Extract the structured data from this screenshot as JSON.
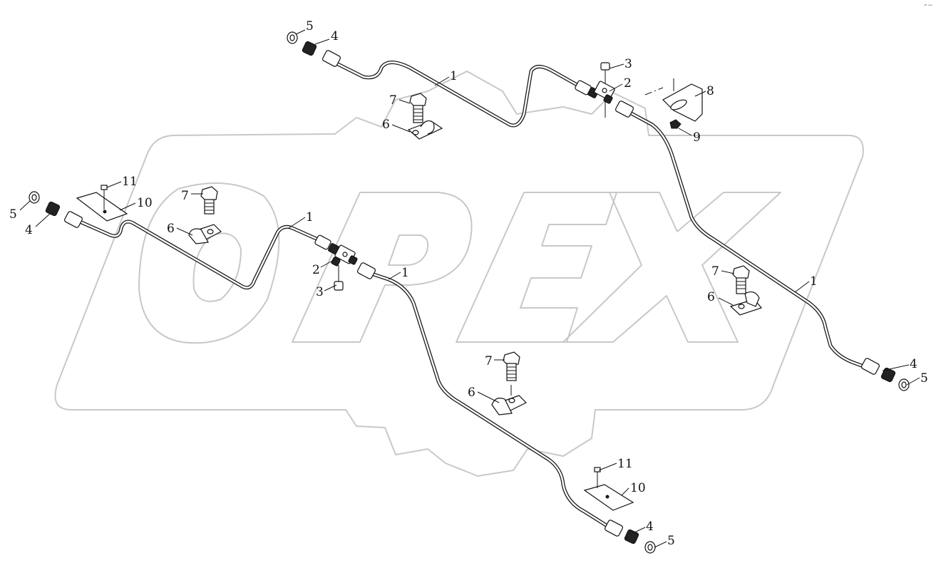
{
  "watermark": {
    "text": "OPEX"
  },
  "callouts": [
    {
      "id": "c1",
      "text": "5"
    },
    {
      "id": "c2",
      "text": "4"
    },
    {
      "id": "c3",
      "text": "1"
    },
    {
      "id": "c4",
      "text": "3"
    },
    {
      "id": "c5",
      "text": "2"
    },
    {
      "id": "c6",
      "text": "8"
    },
    {
      "id": "c7",
      "text": "9"
    },
    {
      "id": "c8",
      "text": "7"
    },
    {
      "id": "c9",
      "text": "6"
    },
    {
      "id": "c10",
      "text": "11"
    },
    {
      "id": "c11",
      "text": "10"
    },
    {
      "id": "c12",
      "text": "5"
    },
    {
      "id": "c13",
      "text": "4"
    },
    {
      "id": "c14",
      "text": "7"
    },
    {
      "id": "c15",
      "text": "6"
    },
    {
      "id": "c16",
      "text": "1"
    },
    {
      "id": "c17",
      "text": "2"
    },
    {
      "id": "c18",
      "text": "3"
    },
    {
      "id": "c19",
      "text": "1"
    },
    {
      "id": "c20",
      "text": "7"
    },
    {
      "id": "c21",
      "text": "6"
    },
    {
      "id": "c22",
      "text": "1"
    },
    {
      "id": "c23",
      "text": "4"
    },
    {
      "id": "c24",
      "text": "5"
    },
    {
      "id": "c25",
      "text": "7"
    },
    {
      "id": "c26",
      "text": "6"
    },
    {
      "id": "c27",
      "text": "11"
    },
    {
      "id": "c28",
      "text": "10"
    },
    {
      "id": "c29",
      "text": "4"
    },
    {
      "id": "c30",
      "text": "5"
    }
  ],
  "corner_mark": "ᵒᴿ ᵒᵒᵒ"
}
